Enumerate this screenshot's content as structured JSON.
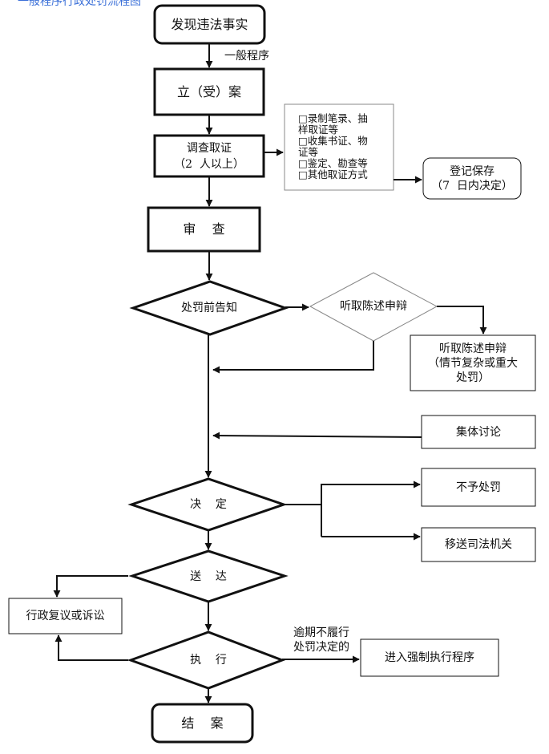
{
  "header": {
    "text": "一般程序行政处罚流程图"
  },
  "nodes": {
    "start": "发现违法事实",
    "branch_general": "一般程序",
    "case": "立（受）案",
    "investigate": "调查取证\n（2  人以上）",
    "evidence_methods": "□录制笔录、抽\n样取证等\n□收集书证、物\n证等\n□鉴定、勘查等\n□其他取证方式",
    "register": "登记保存\n（7  日内决定）",
    "review": "审    查",
    "notify": "处罚前告知",
    "hearing_diamond": "听取陈述申辩",
    "hearing_box": "听取陈述申辩\n（情节复杂或重大\n处罚）",
    "collective": "集体讨论",
    "decision": "决    定",
    "no_penalty": "不予处罚",
    "transfer": "移送司法机关",
    "deliver": "送    达",
    "review_lawsuit": "行政复议或诉讼",
    "execute": "执    行",
    "overdue": "逾期不履行\n处罚决定的",
    "enforce": "进入强制执行程序",
    "close": "结    案"
  },
  "colors": {
    "line": "#111111",
    "header": "#3a6fd8"
  }
}
